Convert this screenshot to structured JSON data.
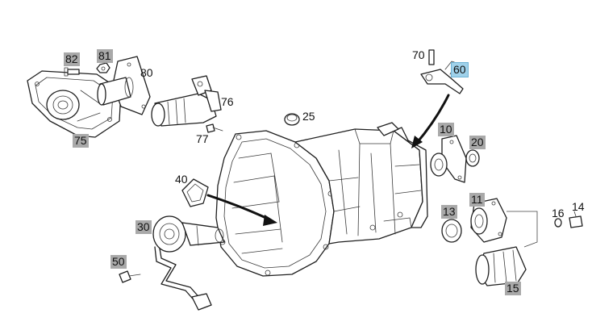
{
  "callouts": {
    "p82": "82",
    "p81": "81",
    "p80": "80",
    "p76": "76",
    "p75": "75",
    "p77": "77",
    "p25": "25",
    "p70": "70",
    "p60": "60",
    "p10": "10",
    "p20": "20",
    "p40": "40",
    "p30": "30",
    "p50": "50",
    "p13": "13",
    "p11": "11",
    "p16": "16",
    "p14": "14",
    "p15": "15"
  },
  "colors": {
    "label_highlight_gray": "#a9a9a9",
    "label_highlight_blue": "#9fd1ea",
    "line_art": "#1f1f1f",
    "background": "#ffffff"
  }
}
